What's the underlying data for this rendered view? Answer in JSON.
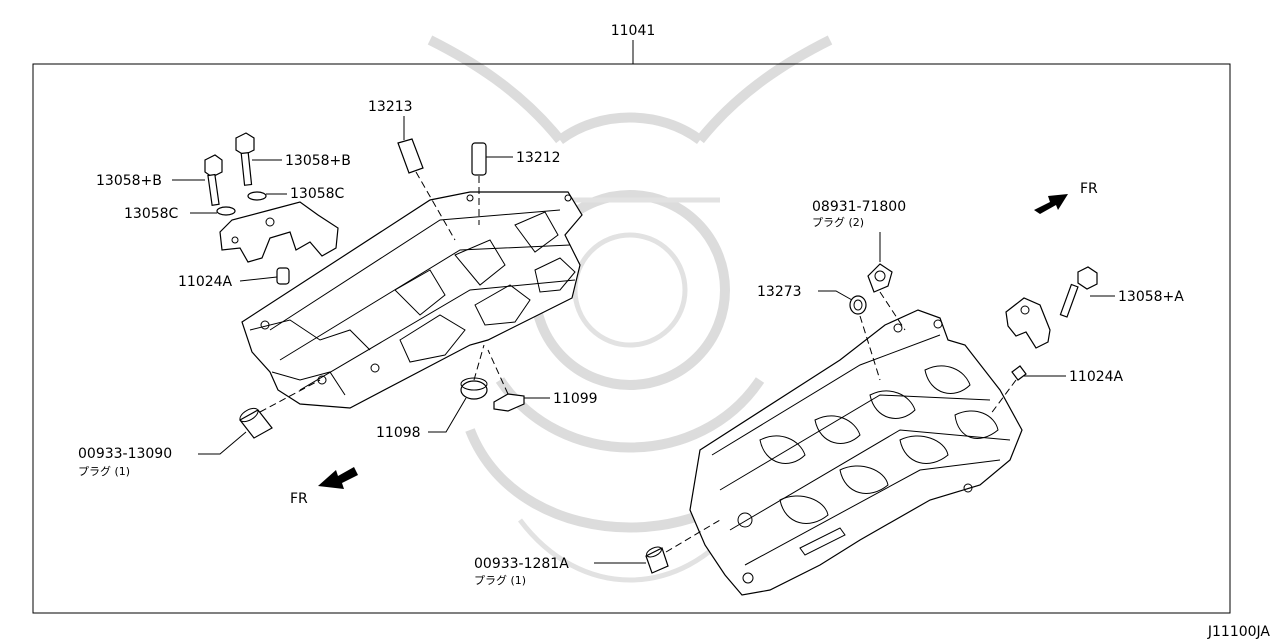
{
  "diagram": {
    "assembly_number": "11041",
    "footer_code": "J11100JA",
    "direction_label_right": "FR",
    "direction_label_left": "FR",
    "callouts": {
      "c13213": "13213",
      "c13212": "13212",
      "c13058B_top": "13058+B",
      "c13058B_left": "13058+B",
      "c13058C_right": "13058C",
      "c13058C_left": "13058C",
      "c11024A_left": "11024A",
      "c11098": "11098",
      "c11099": "11099",
      "c00933_13090": "00933-13090",
      "c00933_13090_sub": "プラグ (1)",
      "c08931_71800": "08931-71800",
      "c08931_71800_sub": "プラグ (2)",
      "c13273": "13273",
      "c13058A": "13058+A",
      "c11024A_right": "11024A",
      "c00933_1281A": "00933-1281A",
      "c00933_1281A_sub": "プラグ (1)"
    }
  }
}
